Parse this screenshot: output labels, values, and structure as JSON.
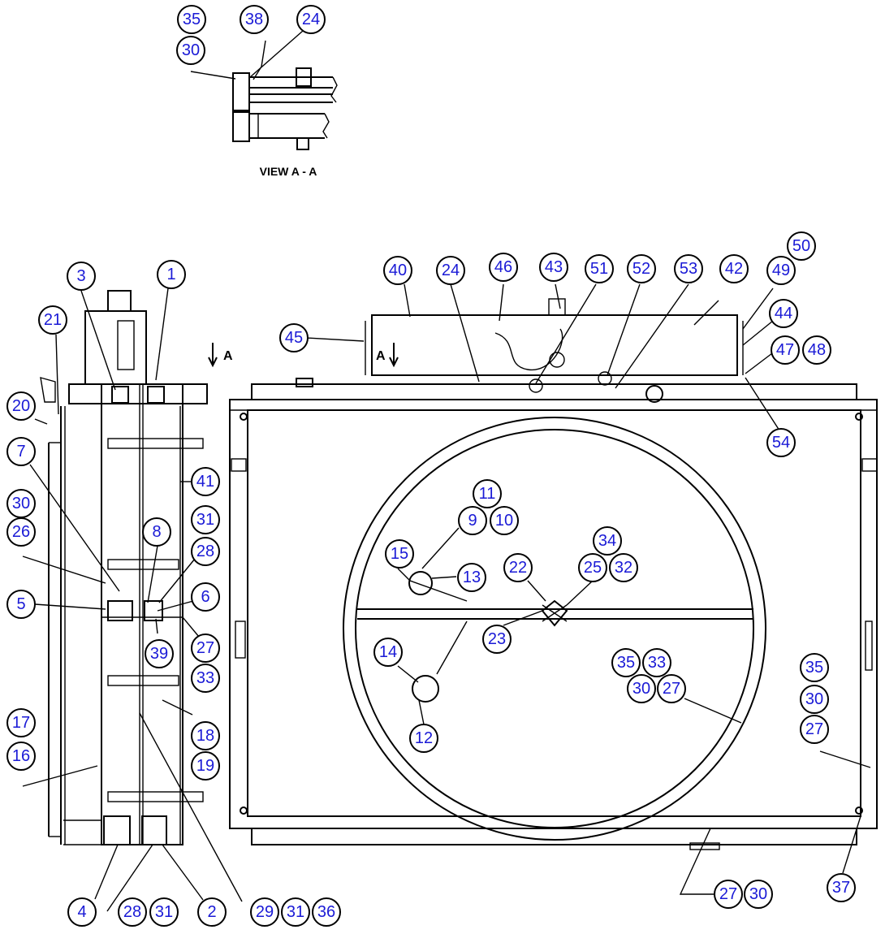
{
  "view_title": "VIEW A - A",
  "section_marker_left": "A",
  "section_marker_right": "A",
  "callouts": [
    "35",
    "38",
    "24",
    "30",
    "3",
    "1",
    "21",
    "20",
    "7",
    "30",
    "26",
    "5",
    "17",
    "16",
    "4",
    "28",
    "31",
    "2",
    "29",
    "31",
    "36",
    "41",
    "31",
    "8",
    "28",
    "6",
    "39",
    "27",
    "33",
    "18",
    "19",
    "40",
    "24",
    "46",
    "43",
    "51",
    "52",
    "53",
    "42",
    "50",
    "49",
    "44",
    "47",
    "48",
    "54",
    "45",
    "11",
    "9",
    "10",
    "15",
    "13",
    "22",
    "34",
    "25",
    "32",
    "23",
    "14",
    "12",
    "35",
    "33",
    "30",
    "27",
    "35",
    "30",
    "27",
    "27",
    "30",
    "37"
  ]
}
